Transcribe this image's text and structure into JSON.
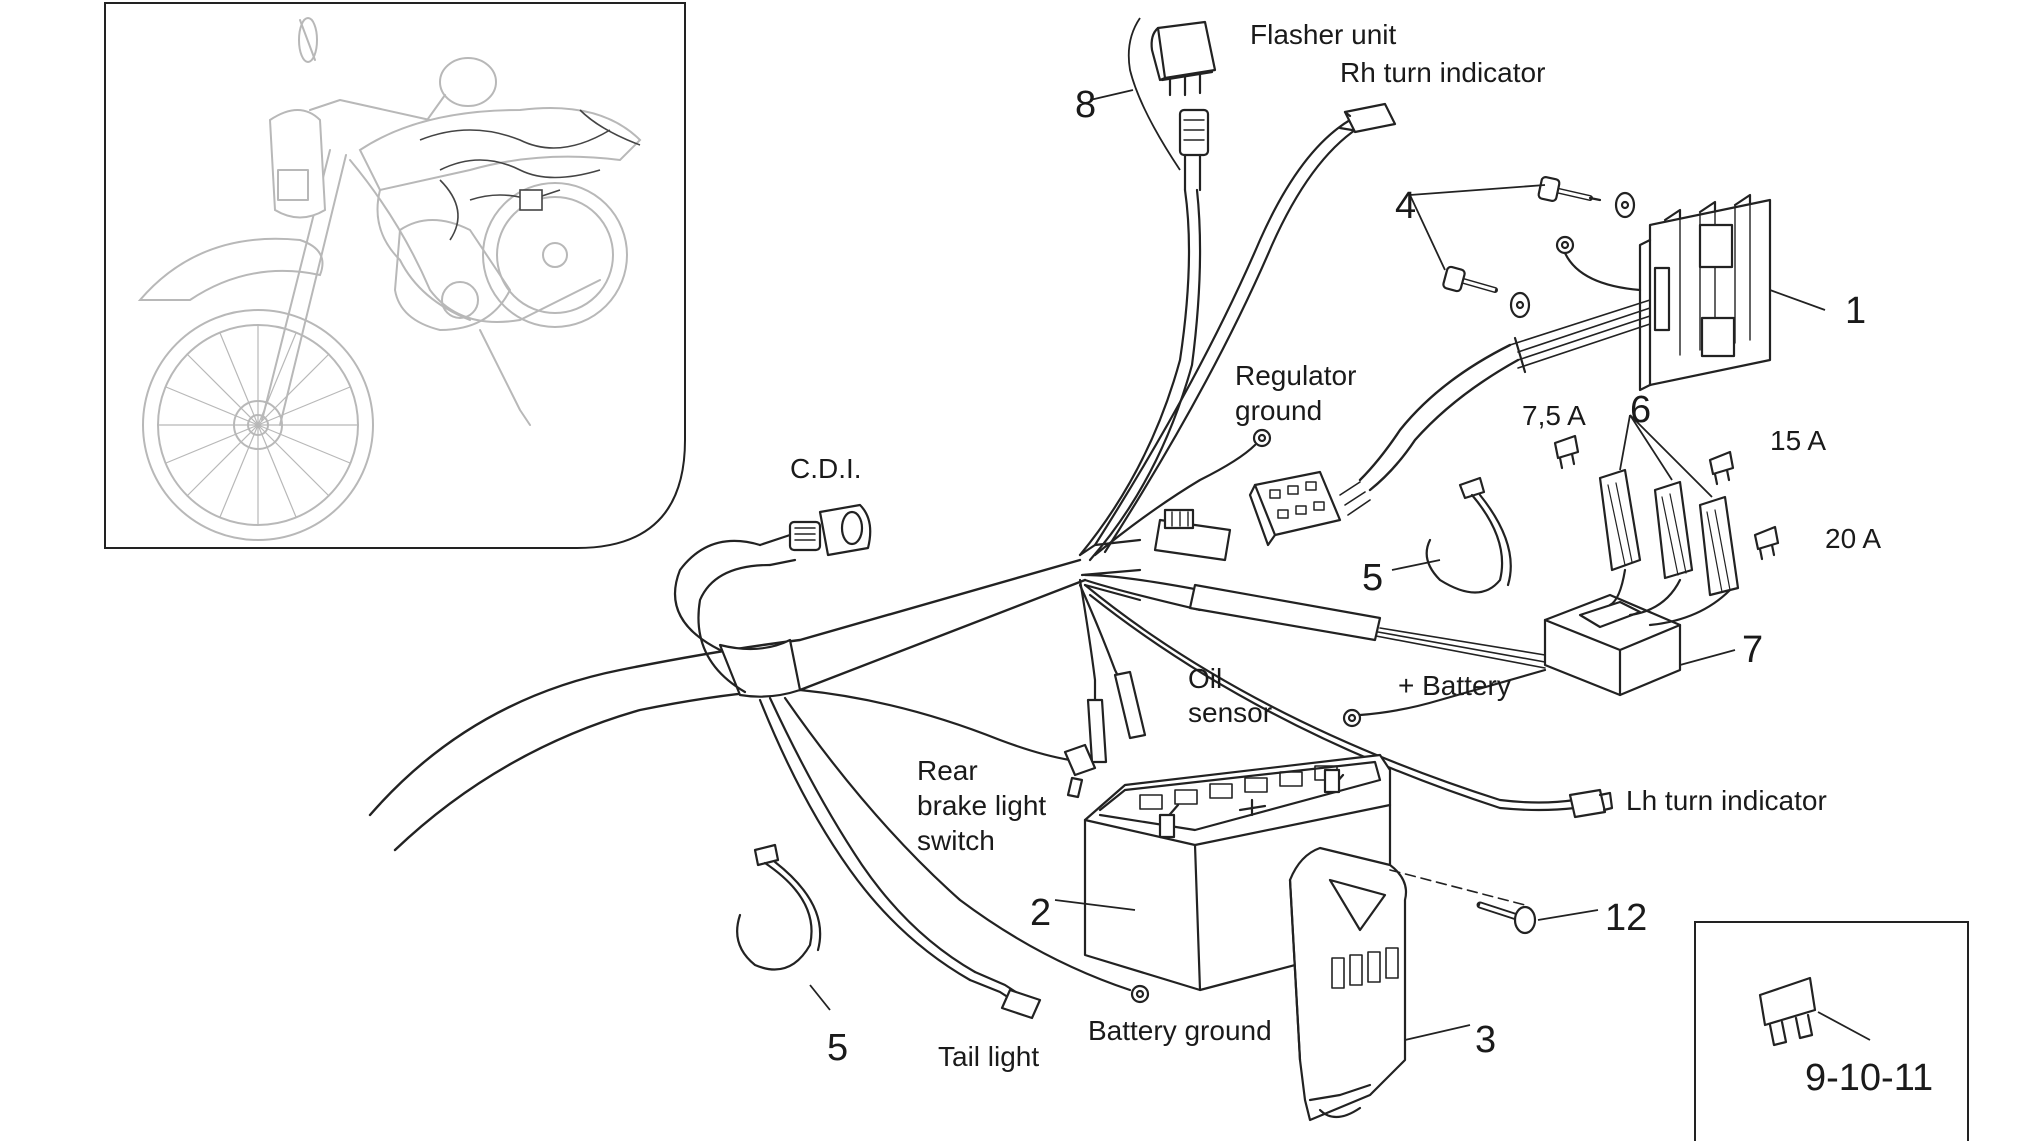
{
  "labels": {
    "flasher_unit": "Flasher unit",
    "rh_turn_indicator": "Rh turn indicator",
    "regulator_ground_1": "Regulator",
    "regulator_ground_2": "ground",
    "cdi": "C.D.I.",
    "oil_sensor_1": "Oil",
    "oil_sensor_2": "sensor",
    "plus_battery": "+ Battery",
    "rear_brake_1": "Rear",
    "rear_brake_2": "brake light",
    "rear_brake_3": "switch",
    "lh_turn_indicator": "Lh turn indicator",
    "battery_ground": "Battery ground",
    "tail_light": "Tail light",
    "fuse_7_5": "7,5 A",
    "fuse_15": "15 A",
    "fuse_20": "20 A"
  },
  "callouts": {
    "n1": "1",
    "n2": "2",
    "n3": "3",
    "n4": "4",
    "n5a": "5",
    "n5b": "5",
    "n6": "6",
    "n7": "7",
    "n8": "8",
    "n12": "12",
    "n9_10_11": "9-10-11"
  },
  "colors": {
    "ink": "#222222",
    "faint_ink": "#b8b8b8",
    "background": "#ffffff"
  }
}
